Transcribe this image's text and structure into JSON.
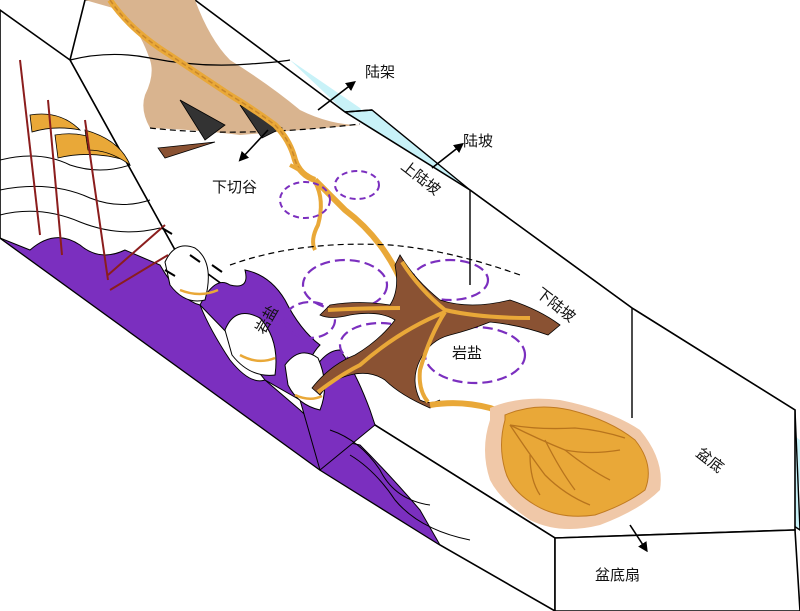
{
  "labels": {
    "shelf": "陆架",
    "slope": "陆坡",
    "upper_slope": "上陆坡",
    "lower_slope": "下陆坡",
    "incised_valley": "下切谷",
    "salt_left": "岩盐",
    "salt_center": "岩盐",
    "basin_floor": "盆底",
    "basin_fan": "盆底扇"
  },
  "colors": {
    "water": "#c8f2f8",
    "salt": "#7b2fbf",
    "sand": "#e9a838",
    "mud": "#8a5233",
    "shelf_sediment": "#d9b48f",
    "fan_halo": "#f0c8a8",
    "fault": "#8b1d1d",
    "outline": "#000000"
  }
}
